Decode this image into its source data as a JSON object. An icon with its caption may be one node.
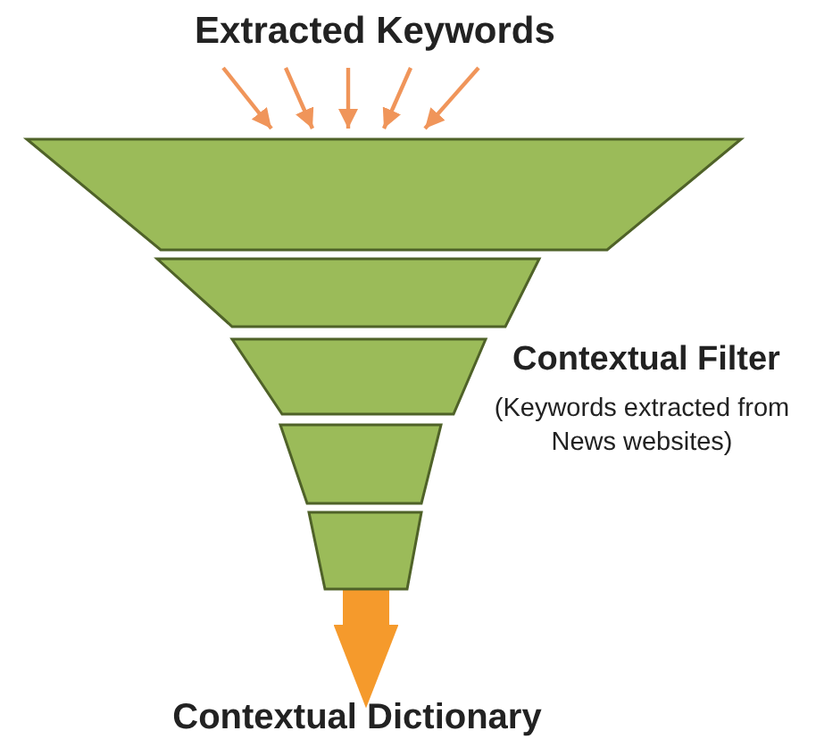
{
  "diagram": {
    "nodes": [
      {
        "text": [
          "Extracted Keywords"
        ]
      },
      {
        "text": [],
        "shape": "trapezoid"
      },
      {
        "text": [],
        "shape": "trapezoid"
      },
      {
        "text": [],
        "shape": "trapezoid"
      },
      {
        "text": [],
        "shape": "trapezoid"
      },
      {
        "text": [],
        "shape": "trapezoid"
      },
      {
        "text": [
          "Contextual Dictionary"
        ]
      }
    ],
    "edges": [
      {
        "from": 0,
        "to": 1,
        "arrow": "to"
      },
      {
        "from": 0,
        "to": 1,
        "arrow": "to"
      },
      {
        "from": 0,
        "to": 1,
        "arrow": "to"
      },
      {
        "from": 0,
        "to": 1,
        "arrow": "to"
      },
      {
        "from": 0,
        "to": 1,
        "arrow": "to"
      },
      {
        "from": 5,
        "to": 6,
        "arrow": "to",
        "style": "thick"
      }
    ],
    "labels": [
      "Contextual Filter",
      "(Keywords extracted from News websites)"
    ]
  }
}
